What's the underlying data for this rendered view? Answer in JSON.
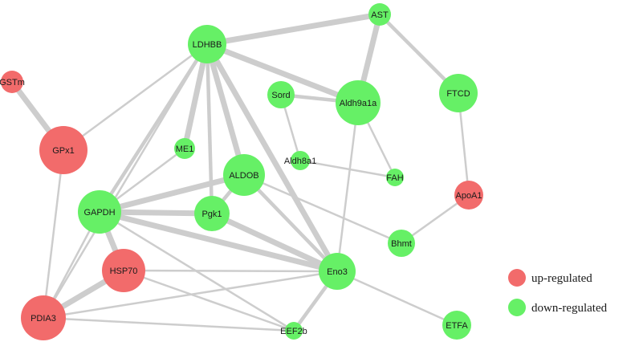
{
  "colors": {
    "up": "#f26b6b",
    "down": "#66f066",
    "edge": "#cdcdcd"
  },
  "nodes": [
    {
      "id": "LDHBB",
      "label": "LDHBB",
      "reg": "down"
    },
    {
      "id": "AST",
      "label": "AST",
      "reg": "down"
    },
    {
      "id": "GSTm",
      "label": "GSTm",
      "reg": "up"
    },
    {
      "id": "Sord",
      "label": "Sord",
      "reg": "down"
    },
    {
      "id": "Aldh9a1a",
      "label": "Aldh9a1a",
      "reg": "down"
    },
    {
      "id": "FTCD",
      "label": "FTCD",
      "reg": "down"
    },
    {
      "id": "GPx1",
      "label": "GPx1",
      "reg": "up"
    },
    {
      "id": "ME1",
      "label": "ME1",
      "reg": "down"
    },
    {
      "id": "Aldh8a1",
      "label": "Aldh8a1",
      "reg": "down"
    },
    {
      "id": "ALDOB",
      "label": "ALDOB",
      "reg": "down"
    },
    {
      "id": "FAH",
      "label": "FAH",
      "reg": "down"
    },
    {
      "id": "ApoA1",
      "label": "ApoA1",
      "reg": "up"
    },
    {
      "id": "GAPDH",
      "label": "GAPDH",
      "reg": "down"
    },
    {
      "id": "Pgk1",
      "label": "Pgk1",
      "reg": "down"
    },
    {
      "id": "Bhmt",
      "label": "Bhmt",
      "reg": "down"
    },
    {
      "id": "HSP70",
      "label": "HSP70",
      "reg": "up"
    },
    {
      "id": "Eno3",
      "label": "Eno3",
      "reg": "down"
    },
    {
      "id": "PDIA3",
      "label": "PDIA3",
      "reg": "up"
    },
    {
      "id": "EEF2b",
      "label": "EEF2b",
      "reg": "down"
    },
    {
      "id": "ETFA",
      "label": "ETFA",
      "reg": "down"
    }
  ],
  "edges": [
    {
      "source": "LDHBB",
      "target": "AST",
      "weight": 3
    },
    {
      "source": "LDHBB",
      "target": "Aldh9a1a",
      "weight": 3
    },
    {
      "source": "LDHBB",
      "target": "GPx1",
      "weight": 1
    },
    {
      "source": "LDHBB",
      "target": "GAPDH",
      "weight": 2
    },
    {
      "source": "LDHBB",
      "target": "ME1",
      "weight": 3
    },
    {
      "source": "LDHBB",
      "target": "Pgk1",
      "weight": 2
    },
    {
      "source": "LDHBB",
      "target": "ALDOB",
      "weight": 3
    },
    {
      "source": "LDHBB",
      "target": "Eno3",
      "weight": 3
    },
    {
      "source": "LDHBB",
      "target": "PDIA3",
      "weight": 1
    },
    {
      "source": "AST",
      "target": "Aldh9a1a",
      "weight": 3
    },
    {
      "source": "AST",
      "target": "FTCD",
      "weight": 2
    },
    {
      "source": "Sord",
      "target": "Aldh9a1a",
      "weight": 2
    },
    {
      "source": "Sord",
      "target": "Aldh8a1",
      "weight": 1
    },
    {
      "source": "Aldh9a1a",
      "target": "FAH",
      "weight": 1
    },
    {
      "source": "Aldh9a1a",
      "target": "Eno3",
      "weight": 1
    },
    {
      "source": "Aldh8a1",
      "target": "FAH",
      "weight": 1
    },
    {
      "source": "FTCD",
      "target": "ApoA1",
      "weight": 1
    },
    {
      "source": "ApoA1",
      "target": "Bhmt",
      "weight": 1
    },
    {
      "source": "GSTm",
      "target": "GPx1",
      "weight": 3
    },
    {
      "source": "GPx1",
      "target": "PDIA3",
      "weight": 1
    },
    {
      "source": "ME1",
      "target": "GAPDH",
      "weight": 1
    },
    {
      "source": "ALDOB",
      "target": "GAPDH",
      "weight": 3
    },
    {
      "source": "ALDOB",
      "target": "Pgk1",
      "weight": 2
    },
    {
      "source": "ALDOB",
      "target": "Bhmt",
      "weight": 1
    },
    {
      "source": "ALDOB",
      "target": "Eno3",
      "weight": 2
    },
    {
      "source": "GAPDH",
      "target": "Pgk1",
      "weight": 3
    },
    {
      "source": "GAPDH",
      "target": "Eno3",
      "weight": 3
    },
    {
      "source": "GAPDH",
      "target": "HSP70",
      "weight": 3
    },
    {
      "source": "GAPDH",
      "target": "PDIA3",
      "weight": 1
    },
    {
      "source": "GAPDH",
      "target": "EEF2b",
      "weight": 1
    },
    {
      "source": "Pgk1",
      "target": "Eno3",
      "weight": 3
    },
    {
      "source": "HSP70",
      "target": "Eno3",
      "weight": 1
    },
    {
      "source": "HSP70",
      "target": "PDIA3",
      "weight": 3
    },
    {
      "source": "HSP70",
      "target": "EEF2b",
      "weight": 1
    },
    {
      "source": "PDIA3",
      "target": "Eno3",
      "weight": 1
    },
    {
      "source": "PDIA3",
      "target": "EEF2b",
      "weight": 1
    },
    {
      "source": "Eno3",
      "target": "EEF2b",
      "weight": 2
    },
    {
      "source": "Eno3",
      "target": "ETFA",
      "weight": 1
    }
  ],
  "legend": [
    {
      "label": "up-regulated",
      "reg": "up"
    },
    {
      "label": "down-regulated",
      "reg": "down"
    }
  ]
}
